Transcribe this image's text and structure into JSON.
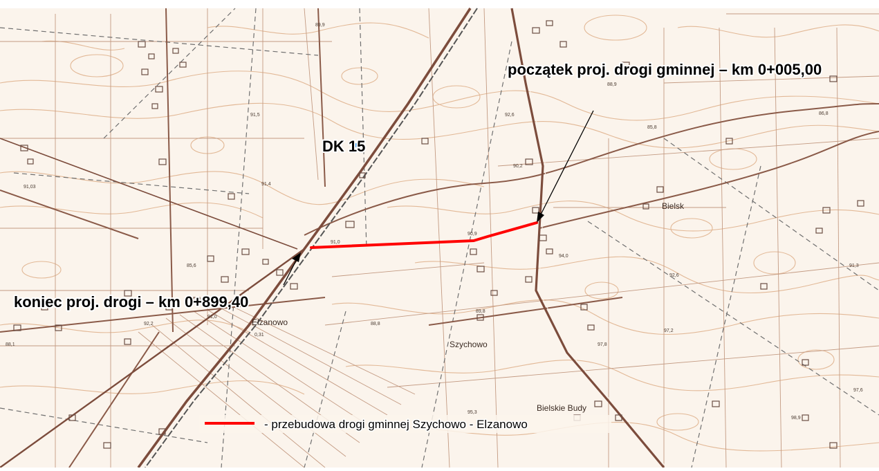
{
  "colors": {
    "background": "#fbf4ec",
    "contour": "#e2b896",
    "parcel": "#c39a82",
    "dashed_line": "#6f6f6f",
    "main_road": "#8a5a48",
    "rail": "#555555",
    "project_road": "#ff0000",
    "buildings": "#6a4e44",
    "annotation": "#000000",
    "dk_marker": "#1e88e5"
  },
  "map": {
    "annotations": {
      "start_label": "początek proj. drogi gminnej – km 0+005,00",
      "end_label": "koniec proj. drogi – km 0+899,40",
      "national_road_label": "DK 15"
    },
    "place_names": {
      "bielsk": "Bielsk",
      "elzanowo": "Elzanowo",
      "szychowo": "Szychowo",
      "bielskie_budy": "Bielskie  Budy"
    },
    "spot_heights": {
      "h1": "91,0",
      "h2": "90,9",
      "h3": "91,4",
      "h4": "94,0",
      "h5": "92,6",
      "h6": "90,2",
      "h7": "89,8",
      "h8": "88,8",
      "h9": "97,2",
      "h10": "97,8",
      "h11": "92,2",
      "h12": "91,0",
      "h13": "85,6",
      "h14": "0,31",
      "h15": "95,3",
      "h16": "89,9",
      "h17": "91,5",
      "h18": "85,8",
      "h19": "88,9",
      "h20": "92,6",
      "h21": "86,8",
      "h22": "91,03",
      "h23": "88,1",
      "h24": "98,9",
      "h25": "97,6",
      "h26": "91,3"
    },
    "legend": {
      "text": "- przebudowa drogi gminnej Szychowo - Elzanowo"
    }
  }
}
